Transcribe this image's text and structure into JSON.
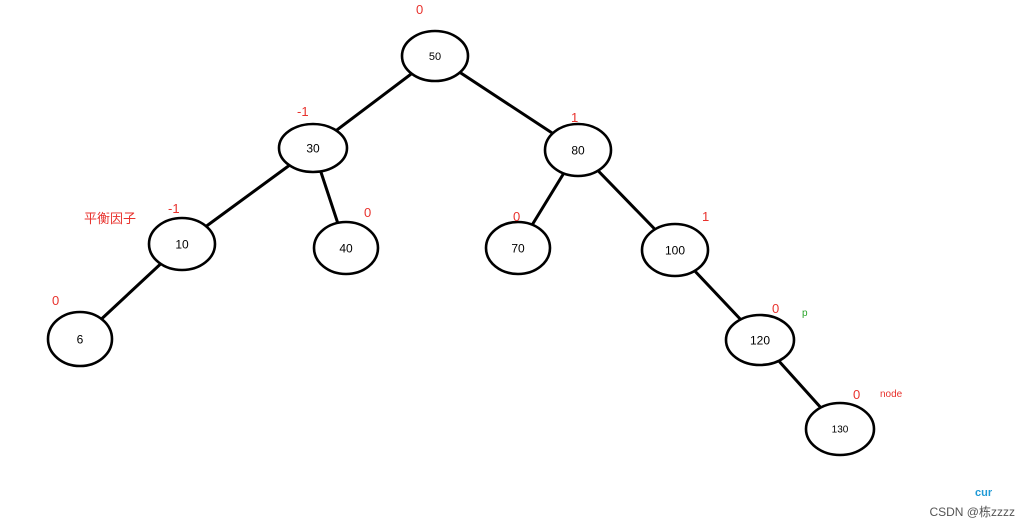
{
  "colors": {
    "balance_factor": "#e8322d",
    "annotation_red": "#e8322d",
    "annotation_green": "#2aa52a",
    "annotation_blue": "#1f9ad6",
    "node_stroke": "#000000",
    "edge": "#000000"
  },
  "nodes": [
    {
      "id": "n50",
      "label": "50",
      "bf": "0"
    },
    {
      "id": "n30",
      "label": "30",
      "bf": "-1"
    },
    {
      "id": "n80",
      "label": "80",
      "bf": "1"
    },
    {
      "id": "n10",
      "label": "10",
      "bf": "-1"
    },
    {
      "id": "n40",
      "label": "40",
      "bf": "0"
    },
    {
      "id": "n70",
      "label": "70",
      "bf": "0"
    },
    {
      "id": "n100",
      "label": "100",
      "bf": "1"
    },
    {
      "id": "n6",
      "label": "6",
      "bf": "0"
    },
    {
      "id": "n120",
      "label": "120",
      "bf": "0"
    },
    {
      "id": "n130",
      "label": "130",
      "bf": "0"
    }
  ],
  "edges": [
    {
      "from": "n50",
      "to": "n30"
    },
    {
      "from": "n50",
      "to": "n80"
    },
    {
      "from": "n30",
      "to": "n10"
    },
    {
      "from": "n30",
      "to": "n40"
    },
    {
      "from": "n80",
      "to": "n70"
    },
    {
      "from": "n80",
      "to": "n100"
    },
    {
      "from": "n10",
      "to": "n6"
    },
    {
      "from": "n100",
      "to": "n120"
    },
    {
      "from": "n120",
      "to": "n130"
    }
  ],
  "annotations": {
    "balance_factor_label": "平衡因子",
    "p_label": "p",
    "node_label": "node",
    "cur_label": "cur"
  },
  "watermark": "CSDN @栋zzzz"
}
